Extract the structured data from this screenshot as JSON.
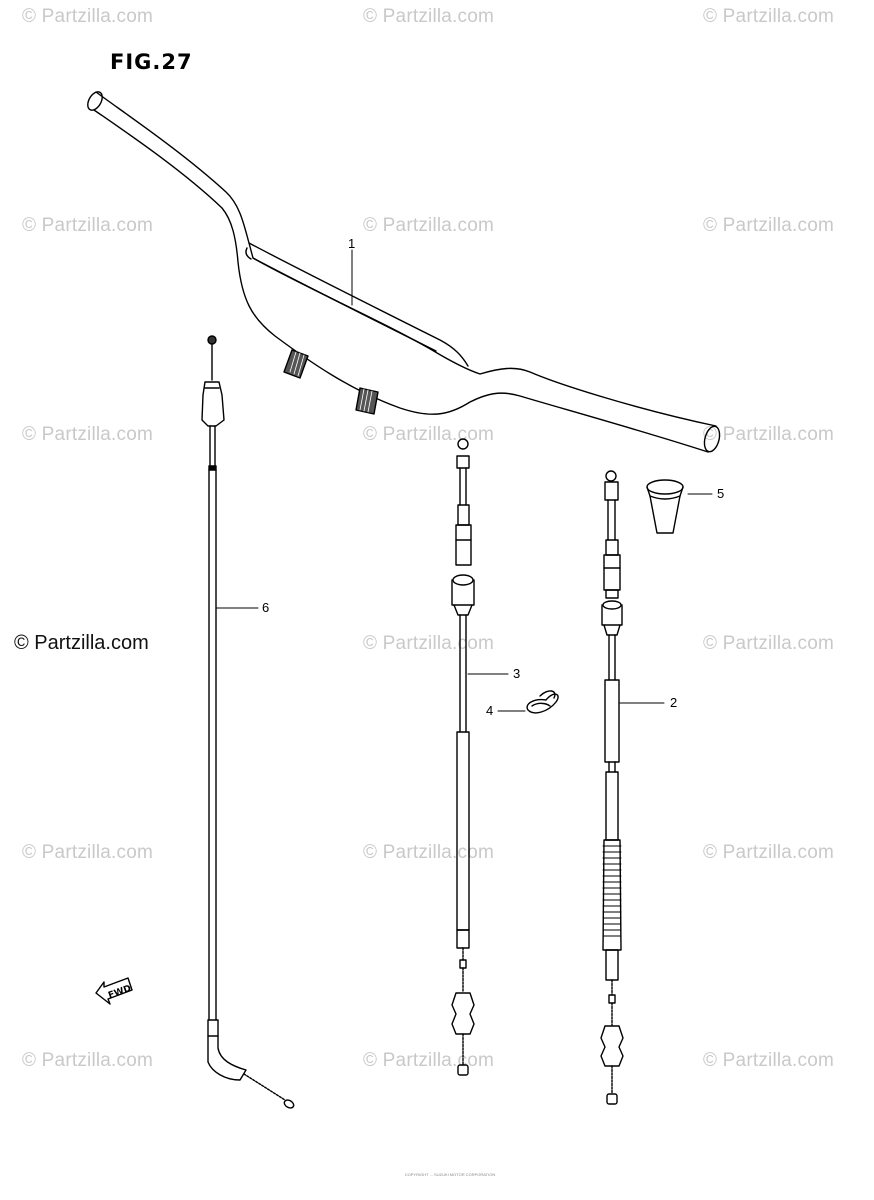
{
  "watermark": "© Partzilla.com",
  "figure_title": "FIG.27",
  "brand_mark": "© Partzilla.com",
  "callouts": {
    "handlebar": "1",
    "cable_2": "2",
    "cable_3": "3",
    "clamp_4": "4",
    "boot_5": "5",
    "cable_6": "6"
  },
  "fwd_arrow": "FWD",
  "copyright_note": "COPYRIGHT ... SUZUKI MOTOR CORPORATION"
}
